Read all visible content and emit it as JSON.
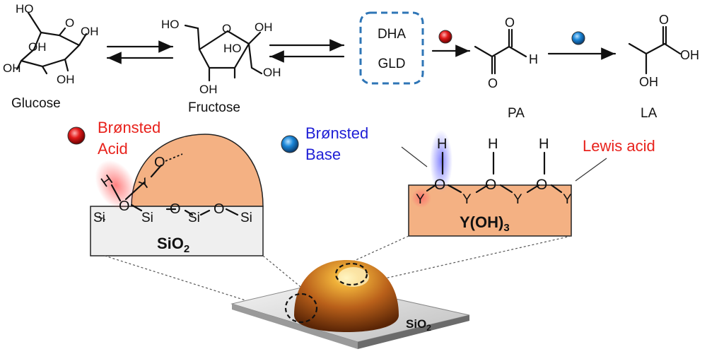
{
  "reaction": {
    "glucose": {
      "name": "Glucose",
      "atoms": {
        "ho_top": "HO",
        "oh_right": "OH",
        "oh_mid": "OH",
        "oh_left": "OH",
        "oh_bottom": "OH"
      }
    },
    "fructose": {
      "name": "Fructose",
      "atoms": {
        "ho_top": "HO",
        "oh_top": "OH",
        "ho_ring": "HO",
        "oh_left": "OH",
        "oh_right": "OH"
      }
    },
    "intermediates": [
      "DHA",
      "GLD"
    ],
    "pa": {
      "name": "PA",
      "o_top": "O",
      "h": "H",
      "o_bottom": "O"
    },
    "la": {
      "name": "LA",
      "o_top": "O",
      "oh_right": "OH",
      "oh_bottom": "OH"
    }
  },
  "sites": {
    "bronsted_acid": {
      "line1": "Brønsted",
      "line2": "Acid",
      "color": "#e8221c"
    },
    "bronsted_base": {
      "line1": "Brønsted",
      "line2": "Base",
      "color": "#1f1fd6"
    },
    "lewis_acid": {
      "label": "Lewis acid",
      "color": "#e8221c"
    }
  },
  "sio2_panel": {
    "title_main": "SiO",
    "title_sub": "2",
    "si_labels": [
      "Si",
      "Si",
      "Si",
      "Si"
    ],
    "o_labels": [
      "O",
      "O",
      "O"
    ],
    "h": "H",
    "y": "Y",
    "o_top": "O",
    "fill": "#efefef",
    "particle_fill": "#f4b183"
  },
  "y_panel": {
    "title_main": "Y(OH)",
    "title_sub": "3",
    "h_labels": [
      "H",
      "H",
      "H"
    ],
    "o_labels": [
      "O",
      "O",
      "O"
    ],
    "y_labels": [
      "Y",
      "Y",
      "Y",
      "Y"
    ],
    "fill": "#f4b183"
  },
  "substrate": {
    "label_main": "SiO",
    "label_sub": "2"
  },
  "colors": {
    "dashed_box": "#2e75b6",
    "acid_ball": "#e02020",
    "base_ball": "#1a7fd4"
  }
}
